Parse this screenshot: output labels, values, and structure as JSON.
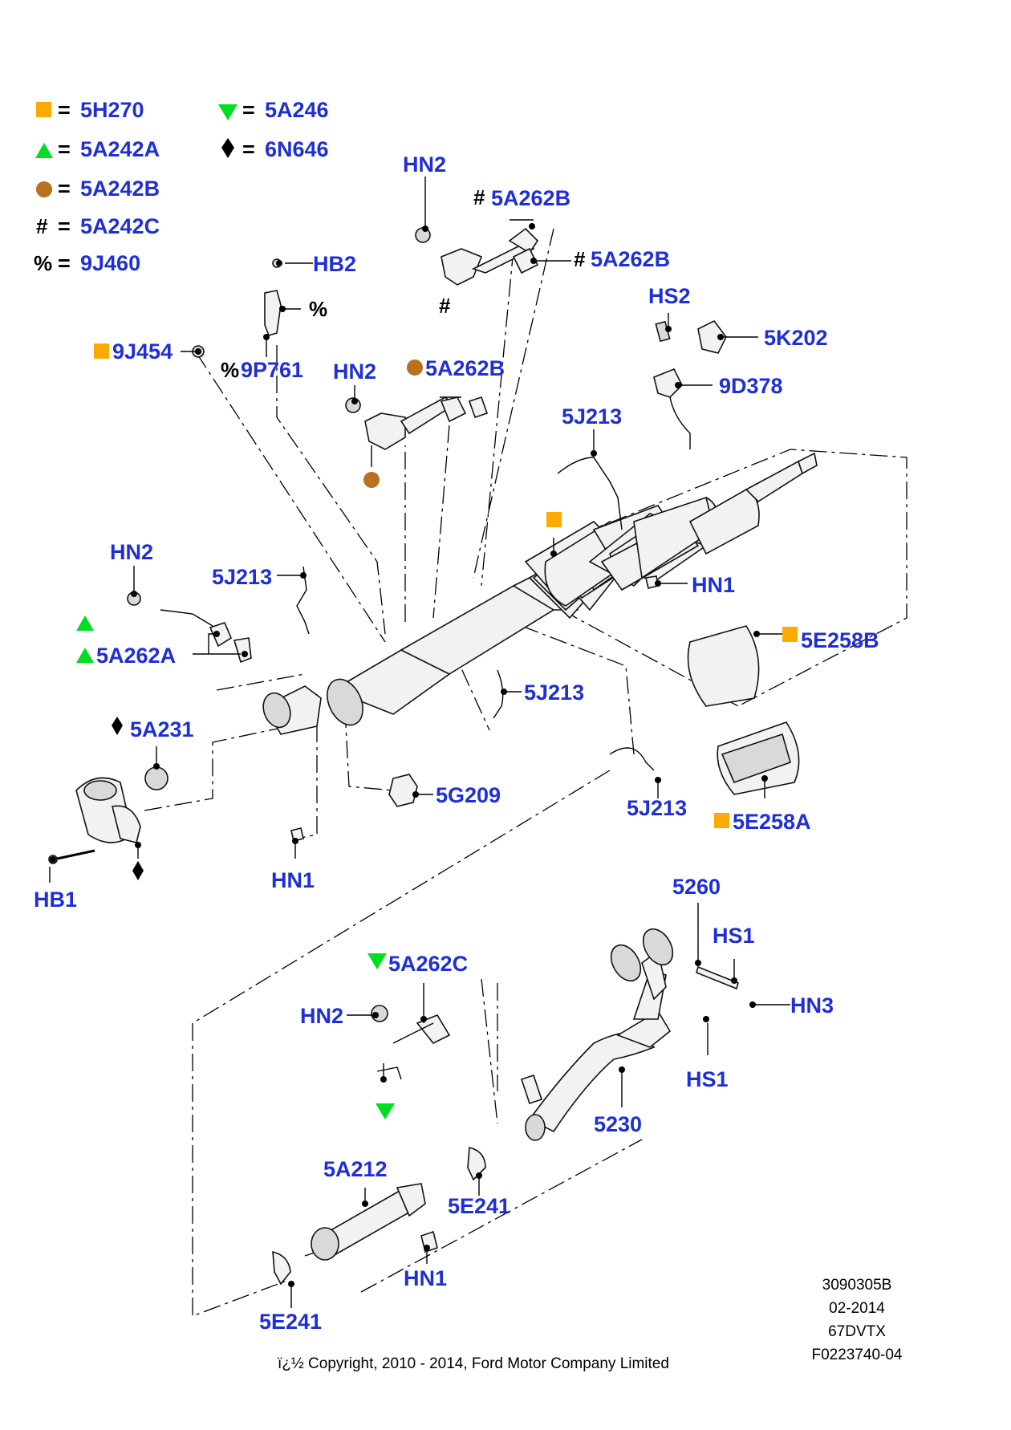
{
  "colors": {
    "label_blue": "#1f2fd8",
    "orange": "#ffaa00",
    "green": "#00dd22",
    "brown": "#b8711d",
    "black": "#000000"
  },
  "legend": [
    {
      "symbol": "orange-square",
      "code": "5H270"
    },
    {
      "symbol": "green-triangle-up",
      "code": "5A242A"
    },
    {
      "symbol": "brown-circle",
      "code": "5A242B"
    },
    {
      "symbol": "#",
      "code": "5A242C"
    },
    {
      "symbol": "%",
      "code": "9J460"
    },
    {
      "symbol": "green-triangle-down",
      "code": "5A246"
    },
    {
      "symbol": "black-diamond",
      "code": "6N646"
    }
  ],
  "legend_eq": "=",
  "labels": {
    "hn2_a": "HN2",
    "a262b_hash_1": "5A262B",
    "a262b_hash_2": "5A262B",
    "hb2": "HB2",
    "pct": "%",
    "j454": "9J454",
    "p761": "9P761",
    "hn2_b": "HN2",
    "a262b_brown": "5A262B",
    "hs2": "HS2",
    "k202": "5K202",
    "d378": "9D378",
    "j213_a": "5J213",
    "hn1_a": "HN1",
    "e258b": "5E258B",
    "hn2_c": "HN2",
    "j213_b": "5J213",
    "a262a": "5A262A",
    "j213_c": "5J213",
    "a231": "5A231",
    "g209": "5G209",
    "j213_d": "5J213",
    "e258a": "5E258A",
    "hb1": "HB1",
    "hn1_b": "HN1",
    "s5260": "5260",
    "hs1_a": "HS1",
    "hn3": "HN3",
    "hs1_b": "HS1",
    "a262c": "5A262C",
    "hn2_d": "HN2",
    "s5230": "5230",
    "a212": "5A212",
    "e241_a": "5E241",
    "hn1_c": "HN1",
    "e241_b": "5E241"
  },
  "symbols": {
    "hash": "#",
    "percent": "%"
  },
  "meta": {
    "code1": "3090305B",
    "date": "02-2014",
    "model": "67DVTX",
    "ref": "F0223740-04",
    "copyright": "ï¿½ Copyright, 2010 - 2014, Ford Motor Company Limited"
  }
}
